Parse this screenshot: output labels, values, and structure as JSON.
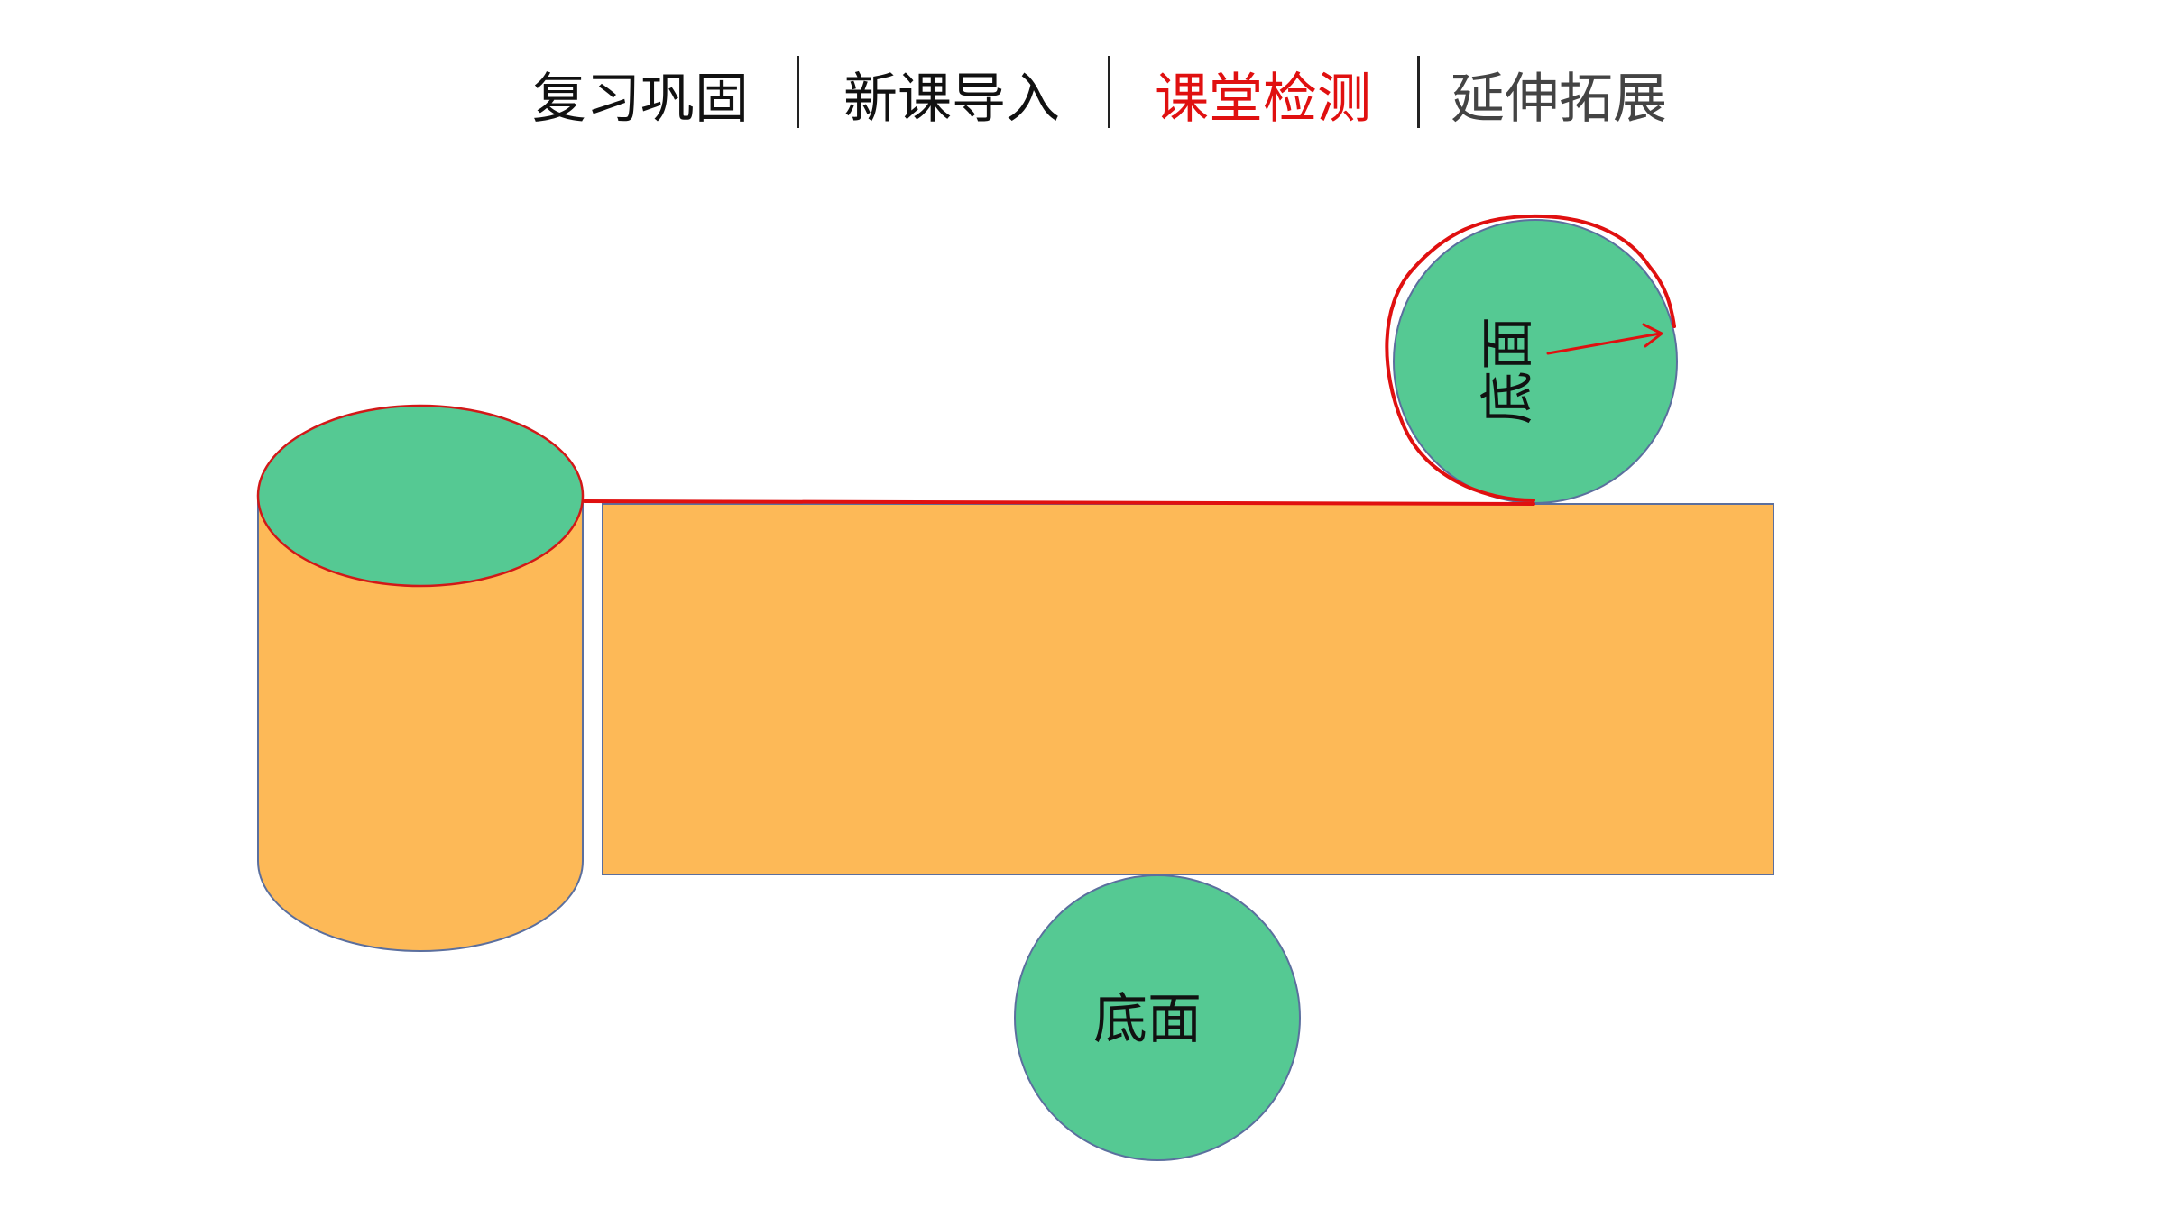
{
  "nav": {
    "tabs": [
      {
        "label": "复习巩固",
        "state": "normal"
      },
      {
        "label": "新课导入",
        "state": "normal"
      },
      {
        "label": "课堂检测",
        "state": "active"
      },
      {
        "label": "延伸拓展",
        "state": "normal"
      }
    ],
    "colors": {
      "normal": "#111111",
      "active": "#e01010",
      "muted": "#444444"
    }
  },
  "diagram": {
    "top_base_label": "底面",
    "bottom_base_label": "底面",
    "colors": {
      "base_fill": "#55c993",
      "side_fill": "#fdb957",
      "outline": "#5b6f9e",
      "annotation": "#e01010"
    }
  }
}
